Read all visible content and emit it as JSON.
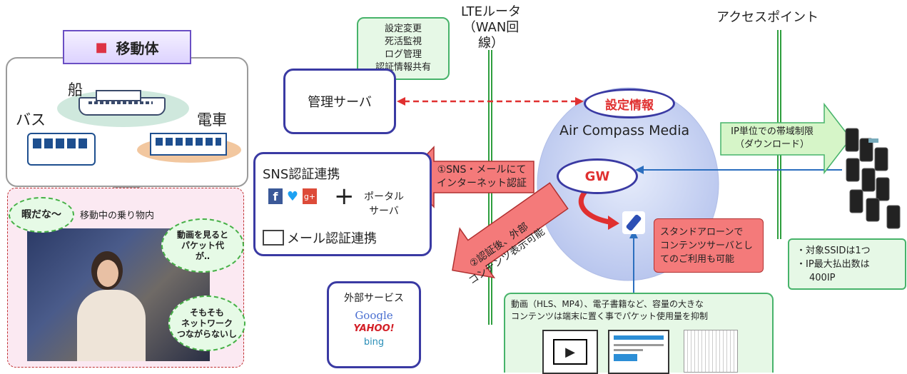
{
  "mobile": {
    "title": "移動体",
    "vehicles": [
      "船",
      "バス",
      "電車"
    ],
    "bubble_label": "暇だな〜",
    "caption": "移動中の乗り物内",
    "thought1": [
      "動画を見ると",
      "パケット代",
      "が‥"
    ],
    "thought2": [
      "そもそも",
      "ネットワーク",
      "つながらないし"
    ]
  },
  "lte_label": [
    "LTEルータ",
    "（WAN回線）"
  ],
  "ap_label": "アクセスポイント",
  "settings_box": [
    "設定変更",
    "死活監視",
    "ログ管理",
    "認証情報共有"
  ],
  "mgmt_server": "管理サーバ",
  "settings_info": "設定情報",
  "acm_label": "Air Compass Media",
  "gw_label": "GW",
  "bandwidth": [
    "IP単位での帯域制限",
    "（ダウンロード）"
  ],
  "sns_box": {
    "title": "SNS認証連携",
    "portal": [
      "ポータル",
      "サーバ"
    ],
    "mail": "メール認証連携",
    "social_icons": [
      "facebook-icon",
      "twitter-icon",
      "google-plus-icon"
    ]
  },
  "arrow1": [
    "①SNS・メールにて",
    "インターネット認証"
  ],
  "arrow2": [
    "②認証後、外部",
    "コンテンツ表示可能"
  ],
  "external": {
    "title": "外部サービス",
    "services": [
      "Google",
      "YAHOO!",
      "bing"
    ]
  },
  "standalone": [
    "スタンドアローンで",
    "コンテンツサーバとし",
    "てのご利用も可能"
  ],
  "ssid_box": [
    "・対象SSIDは1つ",
    "・IP最大払出数は",
    "400IP"
  ],
  "content_box": [
    "動画（HLS、MP4）、電子書籍など、容量の大きな",
    "コンテンツは端末に置く事でパケット使用量を抑制"
  ],
  "colors": {
    "blue_border": "#3a3aa3",
    "green": "#47b36a",
    "red": "#e03030",
    "circle": "#c9d3f2"
  }
}
